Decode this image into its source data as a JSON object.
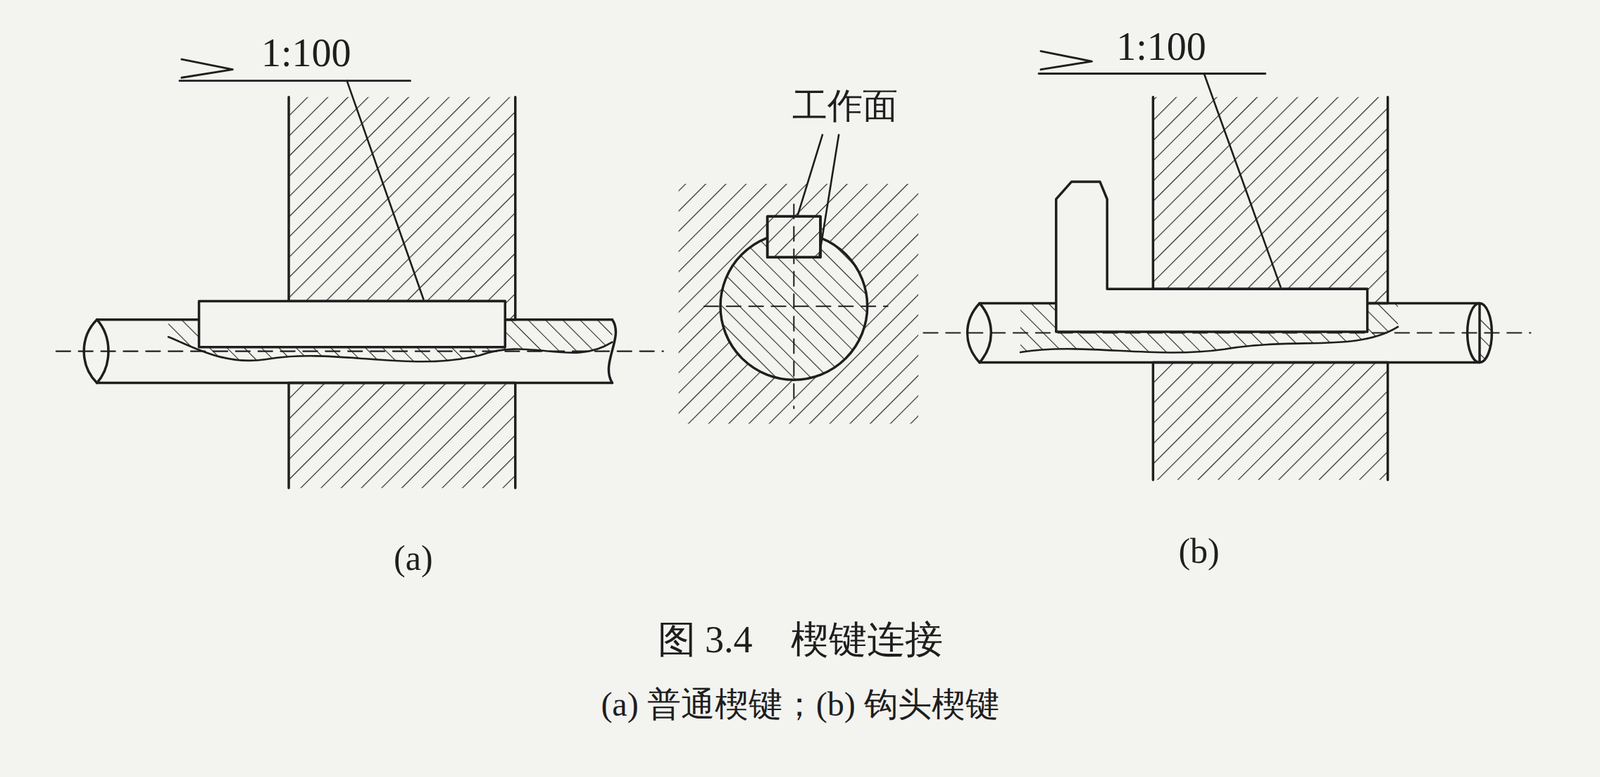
{
  "diagram": {
    "caption": "图 3.4　楔键连接",
    "labels": [
      "1:100",
      "工作面",
      "1:100",
      "(a)",
      "(b)",
      "(a) 普通楔键；(b) 钩头楔键"
    ]
  }
}
